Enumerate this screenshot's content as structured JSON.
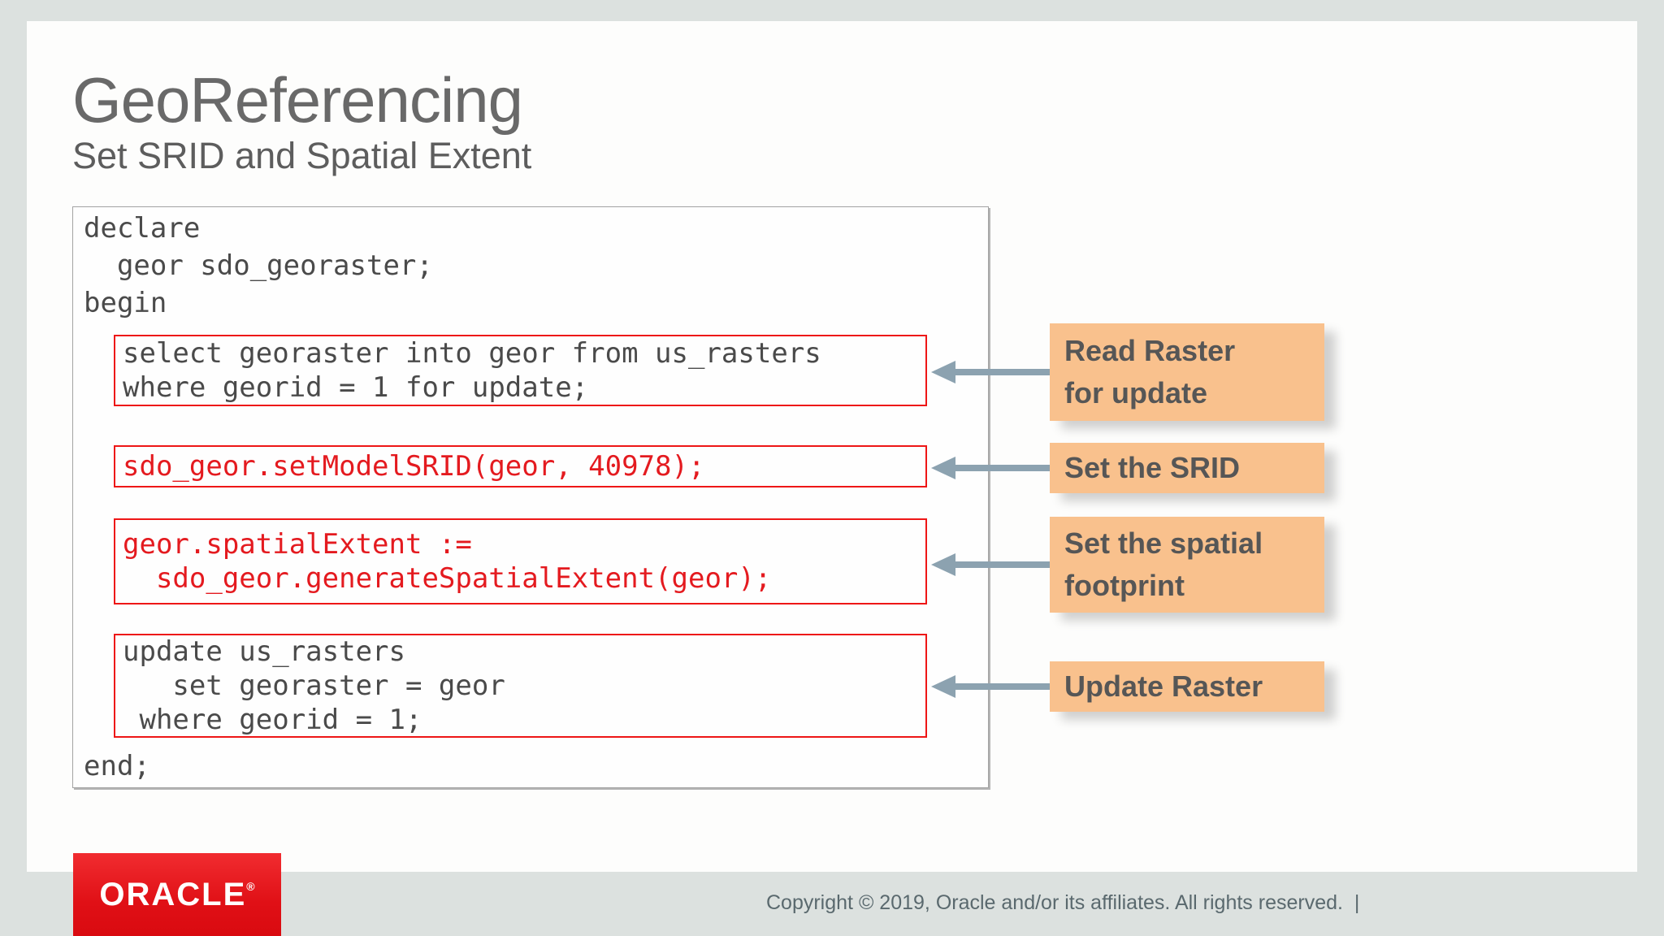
{
  "slide": {
    "title": "GeoReferencing",
    "subtitle": "Set SRID and Spatial Extent"
  },
  "code": {
    "intro_lines": [
      "declare",
      "  geor sdo_georaster;",
      "begin"
    ],
    "outro_line": "end;",
    "blocks": [
      {
        "emphasis": "plain",
        "lines": [
          "select georaster into geor from us_rasters",
          "where georid = 1 for update;"
        ]
      },
      {
        "emphasis": "red",
        "lines": [
          "sdo_geor.setModelSRID(geor, 40978);"
        ]
      },
      {
        "emphasis": "red",
        "lines": [
          "geor.spatialExtent :=",
          "  sdo_geor.generateSpatialExtent(geor);"
        ]
      },
      {
        "emphasis": "plain",
        "lines": [
          "update us_rasters",
          "   set georaster = geor",
          " where georid = 1;"
        ]
      }
    ]
  },
  "callouts": [
    {
      "lines": [
        "Read Raster",
        "for update"
      ]
    },
    {
      "lines": [
        "Set the SRID"
      ]
    },
    {
      "lines": [
        "Set the spatial",
        "footprint"
      ]
    },
    {
      "lines": [
        "Update Raster"
      ]
    }
  ],
  "footer": {
    "logo_text": "ORACLE",
    "logo_registered_mark": "®",
    "copyright": "Copyright © 2019, Oracle and/or its affiliates. All rights reserved.  |"
  },
  "colors": {
    "page_background": "#dce1df",
    "slide_background": "#fdfdfc",
    "title_gray": "#696969",
    "code_text_gray": "#4a4a4a",
    "highlight_red": "#ee1616",
    "callout_orange": "#f9c18d",
    "callout_text": "#565656",
    "arrow_gray_blue": "#8ca2b0",
    "oracle_red": "#e01016",
    "copyright_text": "#5a696e"
  }
}
